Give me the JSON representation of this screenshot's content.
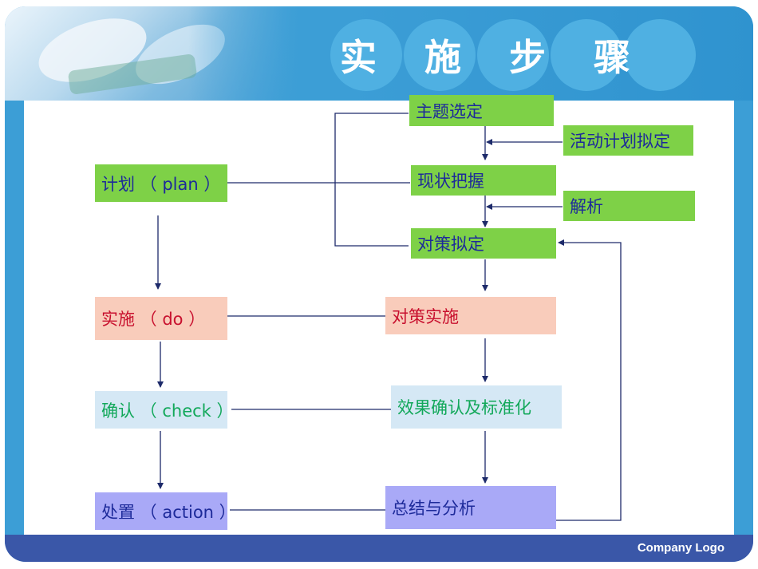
{
  "slide": {
    "title": "实 施 步 骤",
    "logo": "Company Logo"
  },
  "left_column": {
    "plan": "计划 （ plan ）",
    "do": "实施 （ do ）",
    "check": "确认 （ check ）",
    "action": "处置 （ action ）"
  },
  "right_column": {
    "theme_selection": "主题选定",
    "activity_plan": "活动计划拟定",
    "status_grasp": "现状把握",
    "analysis": "解析",
    "countermeasure_plan": "对策拟定",
    "countermeasure_do": "对策实施",
    "effect_confirm": "效果确认及标准化",
    "summary": "总结与分析"
  },
  "colors": {
    "header_blue": "#3c9ed6",
    "footer_blue": "#3a57a8",
    "green": "#7ed147",
    "peach": "#f9ccbb",
    "light_blue": "#d5e8f5",
    "lavender": "#a9a9f7",
    "line": "#1d2a6a"
  }
}
